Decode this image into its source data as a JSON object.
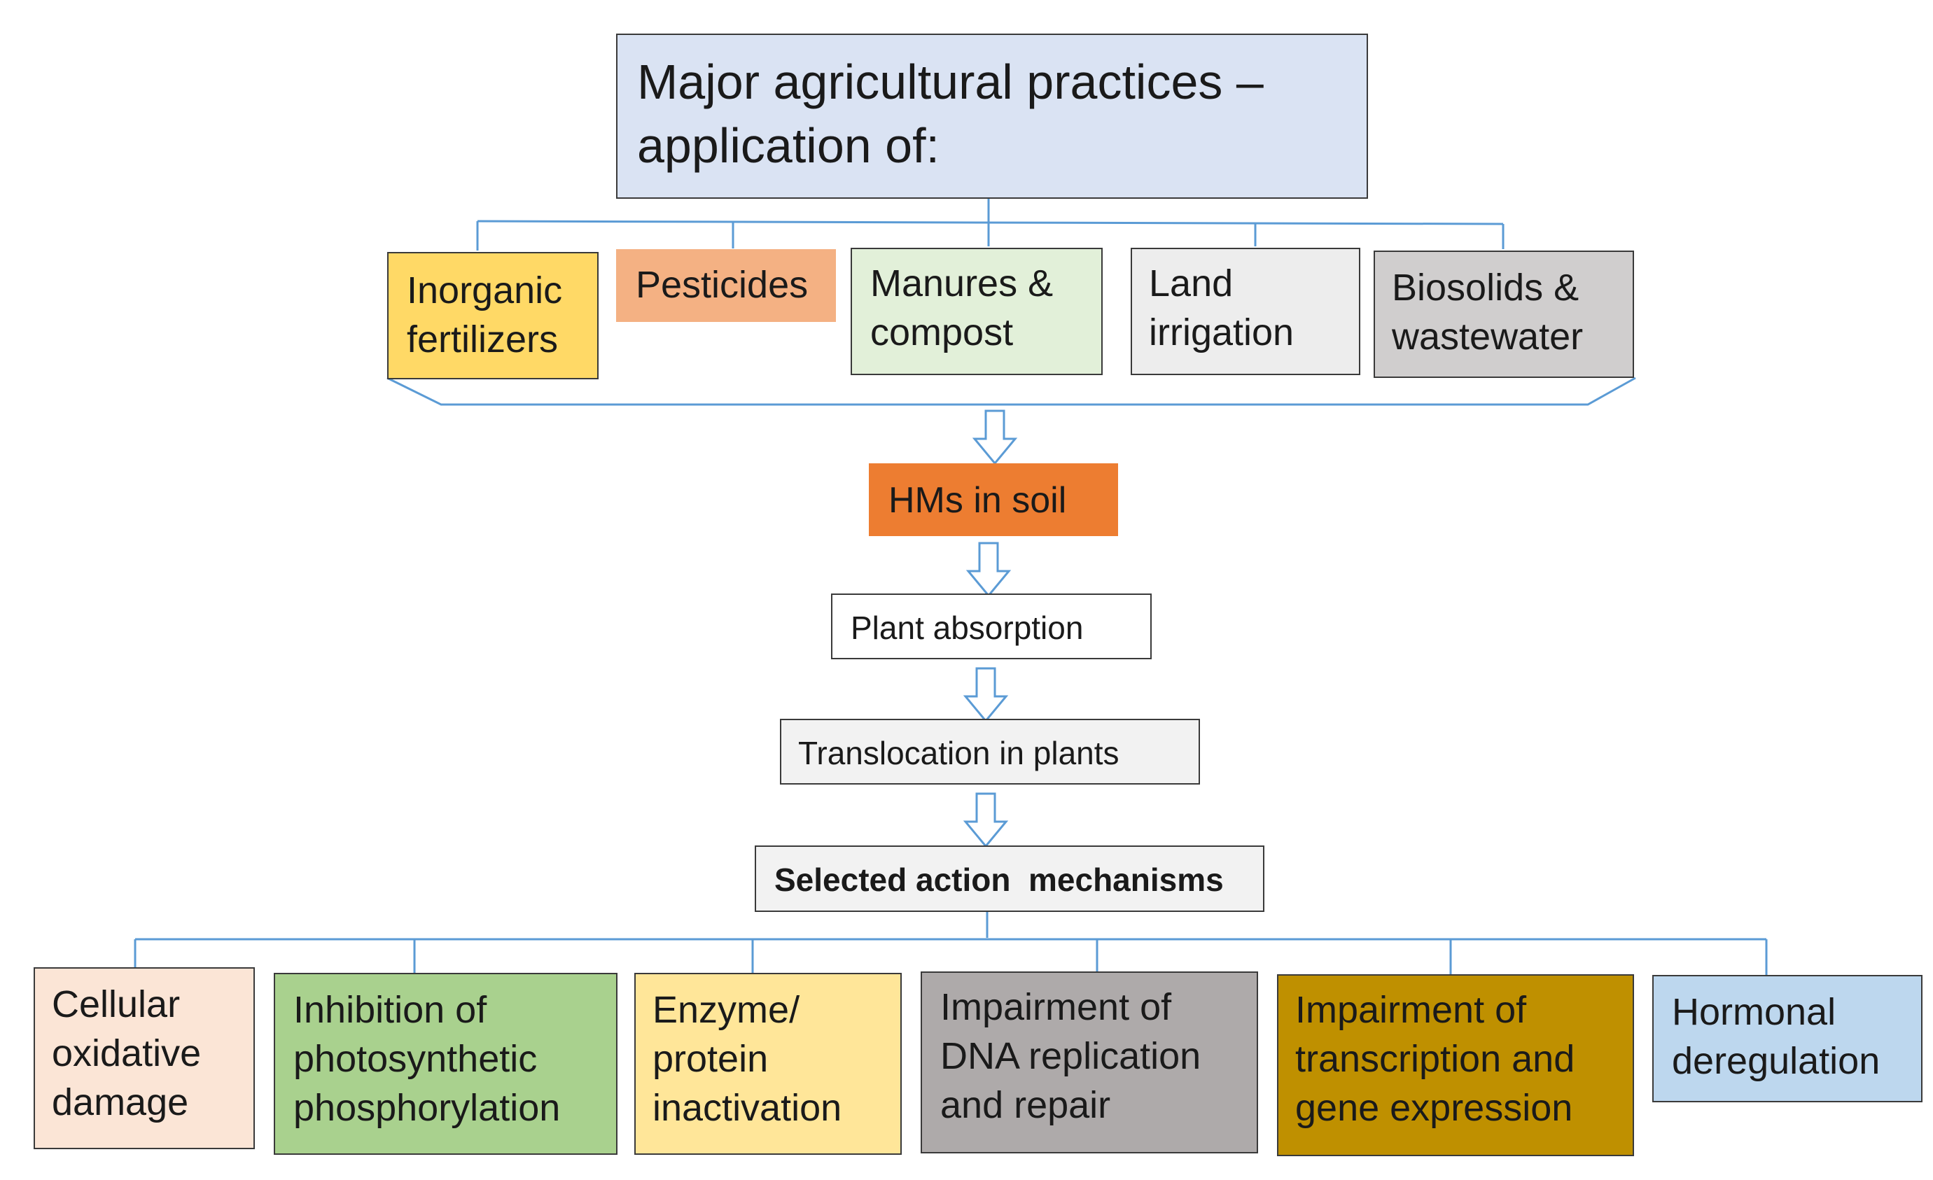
{
  "title_box": {
    "text": "Major agricultural practices –\napplication of:",
    "color": "#dae3f3"
  },
  "practices": [
    {
      "text": "Inorganic\nfertilizers",
      "color": "#ffd966"
    },
    {
      "text": "Pesticides",
      "color": "#f4b183"
    },
    {
      "text": "Manures &\ncompost",
      "color": "#e2f0d9"
    },
    {
      "text": "Land\nirrigation",
      "color": "#ededed"
    },
    {
      "text": "Biosolids &\nwastewater",
      "color": "#d0cece"
    }
  ],
  "flow": {
    "soil": {
      "text": "HMs in soil",
      "color": "#ed7d31"
    },
    "absorption": {
      "text": "Plant absorption",
      "color": "#ffffff"
    },
    "translocation": {
      "text": "Translocation in plants",
      "color": "#f2f2f2"
    },
    "mechanisms": {
      "text": "Selected action  mechanisms",
      "color": "#f2f2f2"
    }
  },
  "effects": [
    {
      "text": "Cellular\noxidative\ndamage",
      "color": "#fbe5d6"
    },
    {
      "text": "Inhibition of\nphotosynthetic\nphosphorylation",
      "color": "#a9d18e"
    },
    {
      "text": "Enzyme/\nprotein\ninactivation",
      "color": "#ffe699"
    },
    {
      "text": "Impairment of\nDNA replication\nand repair",
      "color": "#aeaaaa"
    },
    {
      "text": "Impairment of\ntranscription and\ngene expression",
      "color": "#bf9000"
    },
    {
      "text": "Hormonal\nderegulation",
      "color": "#bdd7ee"
    }
  ],
  "colors": {
    "connector": "#5b9bd5",
    "arrow_outline": "#5b9bd5"
  }
}
